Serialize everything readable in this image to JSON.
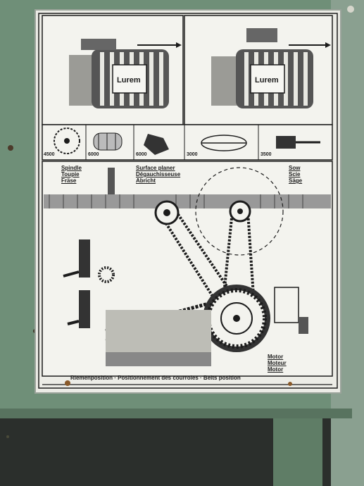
{
  "plate": {
    "speeds": [
      "4500",
      "6000",
      "6000",
      "3000",
      "3500"
    ],
    "spindle_labels": [
      "Spindle",
      "Toupie",
      "Fräse"
    ],
    "planer_labels": [
      "Surface planer",
      "Dégauchisseuse",
      "Abricht"
    ],
    "saw_labels": [
      "Sow",
      "Scie",
      "Säge"
    ],
    "motor_labels": [
      "Motor",
      "Moteur",
      "Motor"
    ],
    "footer": "Riemenposition · Positionnement des courroies · Belts position",
    "brand": "Lurem"
  },
  "colors": {
    "machine_green": "#6f8f78",
    "plate_white": "#ecece6",
    "ink": "#1c1c1c"
  }
}
